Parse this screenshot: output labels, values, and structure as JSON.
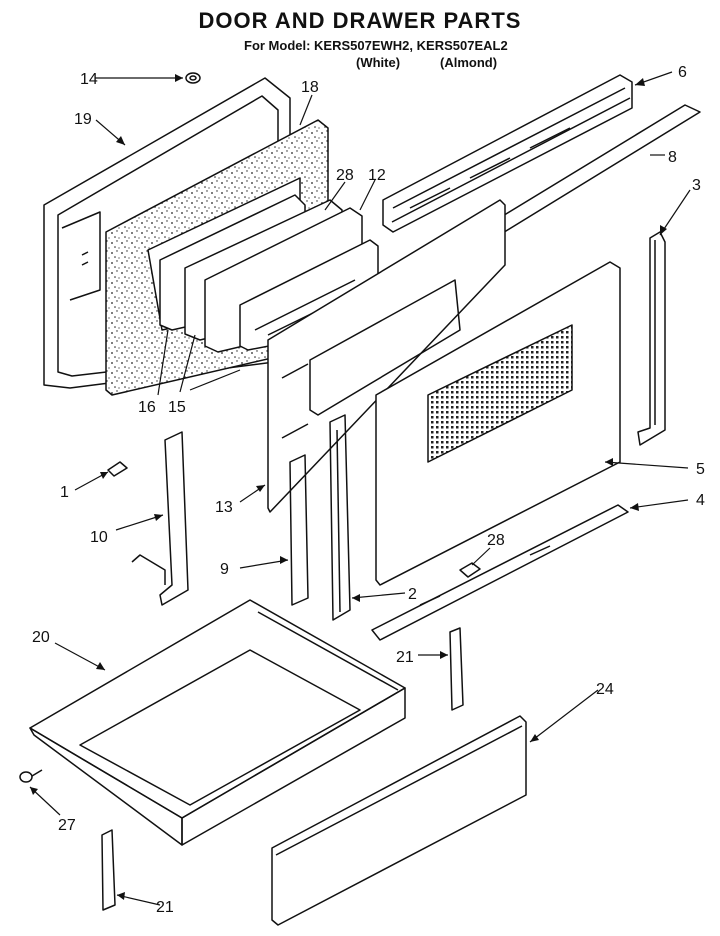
{
  "header": {
    "title": "DOOR AND DRAWER PARTS",
    "model_line": "For Model: KERS507EWH2, KERS507EAL2",
    "white": "(White)",
    "almond": "(Almond)"
  },
  "callouts": {
    "p1": "1",
    "p2": "2",
    "p3": "3",
    "p4": "4",
    "p5": "5",
    "p6": "6",
    "p8": "8",
    "p9": "9",
    "p10": "10",
    "p12": "12",
    "p13": "13",
    "p14": "14",
    "p15": "15",
    "p16": "16",
    "p18": "18",
    "p19": "19",
    "p20": "20",
    "p21a": "21",
    "p21b": "21",
    "p24": "24",
    "p27": "27",
    "p28a": "28",
    "p28b": "28"
  }
}
